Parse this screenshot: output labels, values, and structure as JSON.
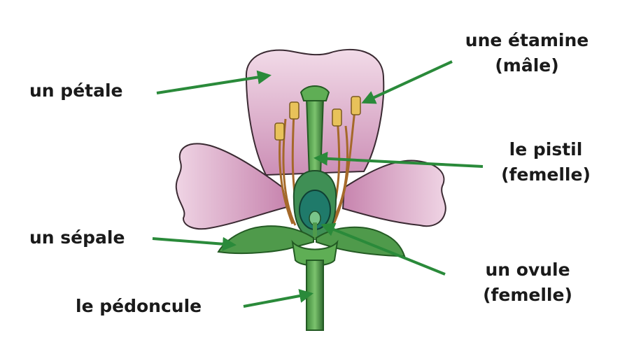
{
  "labels": {
    "petal": "un pétale",
    "stamen_line1": "une étamine",
    "stamen_line2": "(mâle)",
    "pistil_line1": "le pistil",
    "pistil_line2": "(femelle)",
    "sepal": "un sépale",
    "ovule_line1": "un ovule",
    "ovule_line2": "(femelle)",
    "peduncle": "le pédoncule"
  },
  "colors": {
    "arrow": "#2a8a3a",
    "petal": "#e9c6dc",
    "petal_dark": "#c98bb3",
    "stem": "#4f9a4b",
    "stem_dark": "#2f6b2f",
    "ovary": "#1f7a6a",
    "anther": "#e8c25a",
    "filament": "#c58a3a",
    "label_text": "#1a1a1a"
  },
  "icons": {
    "flower": "flower-cross-section-illustration",
    "arrow": "arrow-icon"
  }
}
